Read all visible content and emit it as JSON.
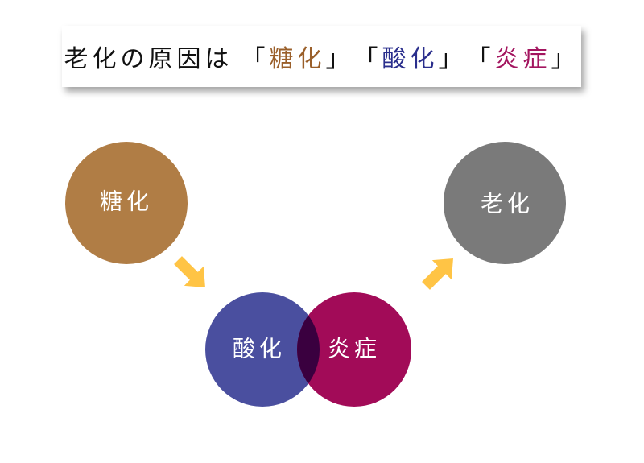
{
  "title": {
    "prefix": "老化の原因は",
    "open1": "「",
    "term1": "糖化",
    "close1": "」",
    "open2": "「",
    "term2": "酸化",
    "close2": "」",
    "open3": "「",
    "term3": "炎症",
    "close3": "」"
  },
  "nodes": {
    "glycation": "糖化",
    "oxidation": "酸化",
    "inflammation": "炎症",
    "aging": "老化"
  },
  "colors": {
    "glycation": "#b07d45",
    "oxidation": "#4a4f9f",
    "inflammation": "#a20b58",
    "overlap": "#3a003f",
    "aging": "#7a7a7a",
    "arrow": "#ffc445",
    "title_glycation": "#9a5f2a",
    "title_oxidation": "#2a2e8c",
    "title_inflammation": "#a3155f"
  }
}
